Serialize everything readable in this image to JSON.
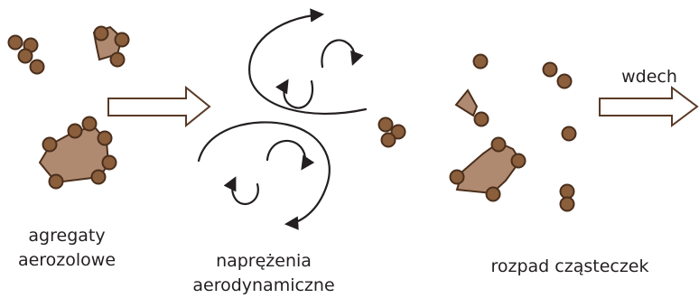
{
  "labels": {
    "aggregates_line1": "agregaty",
    "aggregates_line2": "aerozolowe",
    "stress_line1": "naprężenia",
    "stress_line2": "aerodynamiczne",
    "breakup": "rozpad cząsteczek",
    "inhale": "wdech"
  },
  "colors": {
    "particle_fill": "#8b5e3c",
    "particle_stroke": "#4a2f1c",
    "aggregate_fill": "#b08a70",
    "aggregate_stroke": "#4a2f1c",
    "arrow_fill": "#ffffff",
    "arrow_stroke": "#5a3a26",
    "flow_line": "#231f20",
    "text": "#231f20"
  },
  "icons": {
    "particle": "brown-circle-particle",
    "aggregate": "polygon-aggregate-cluster",
    "process_arrow": "hollow-right-arrow",
    "turbulence": "curved-flow-arrow"
  }
}
